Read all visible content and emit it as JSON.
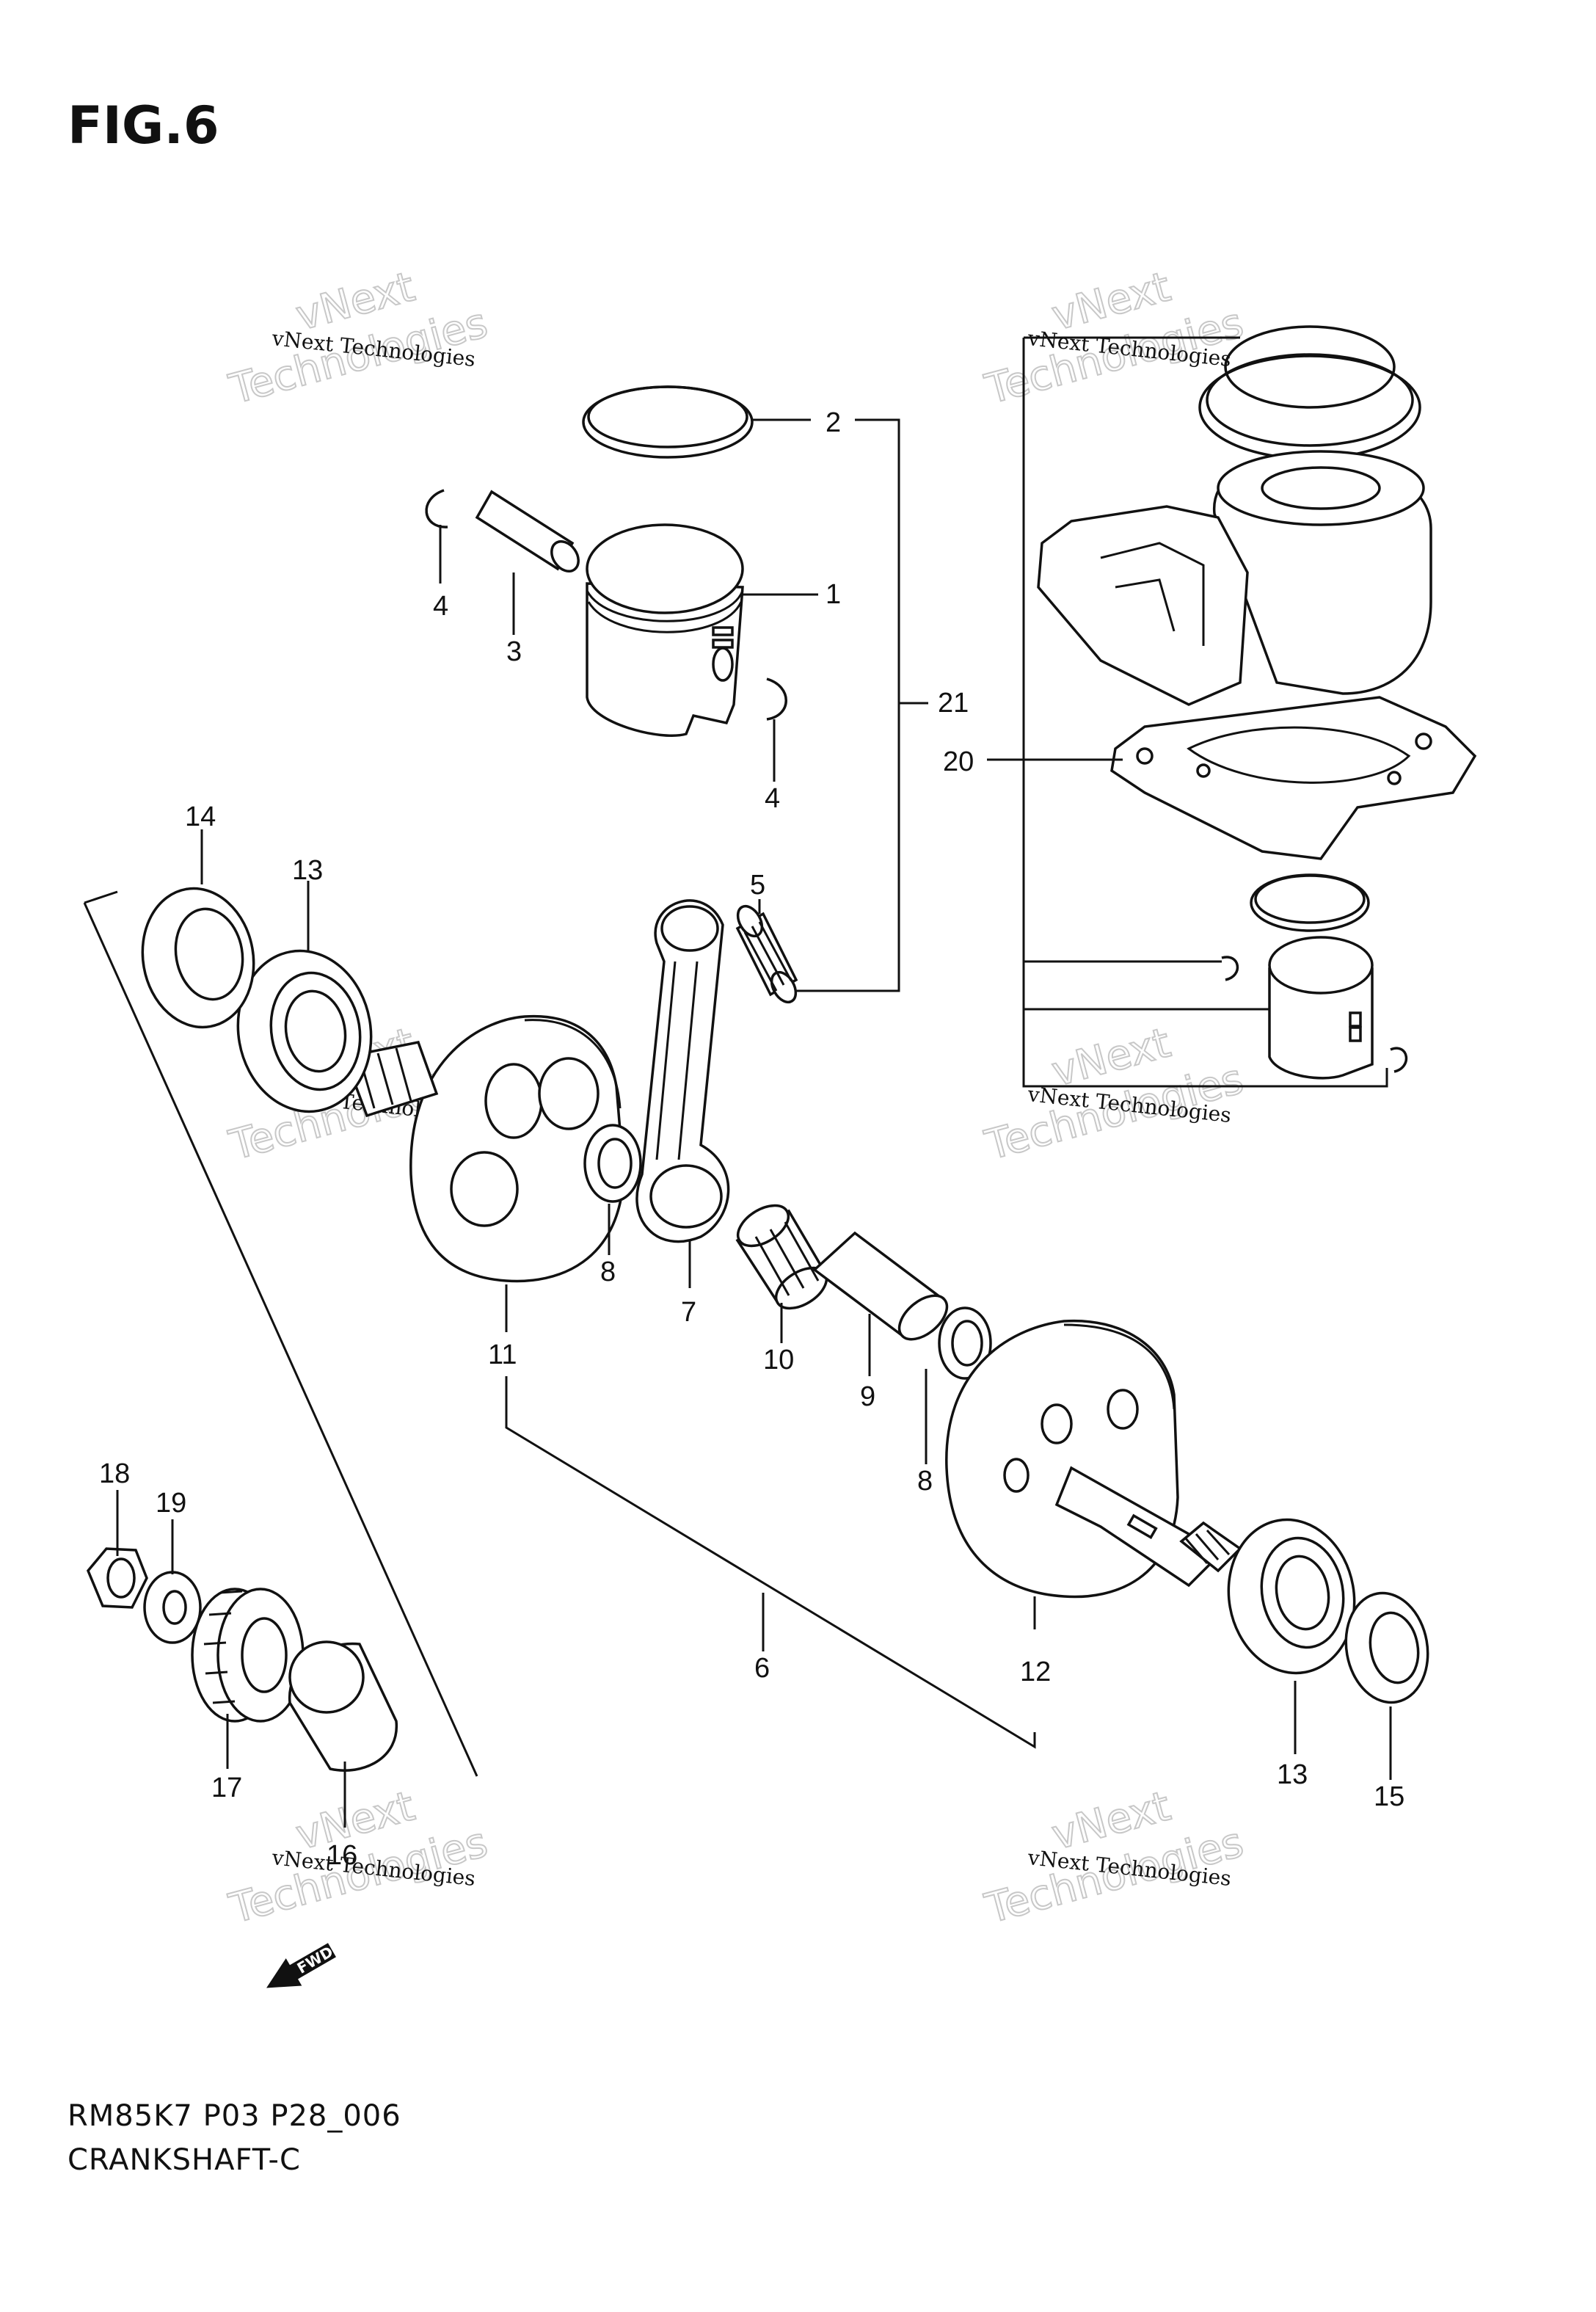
{
  "figure": {
    "title": "FIG.6",
    "footer_code": "RM85K7 P03 P28_006",
    "footer_name": "CRANKSHAFT-C"
  },
  "callouts": [
    "1",
    "2",
    "3",
    "4",
    "4",
    "5",
    "7",
    "8",
    "8",
    "9",
    "10",
    "11",
    "6",
    "12",
    "13",
    "13",
    "14",
    "15",
    "16",
    "17",
    "18",
    "19",
    "20",
    "21"
  ],
  "watermark": {
    "line1": "vNext Technologies",
    "line2": "vNext",
    "line3": "Technologies"
  },
  "fwd_label": "FWD",
  "icons": [
    "fwd-arrow-icon"
  ],
  "colors": {
    "ink": "#111111",
    "watermark": "#c8c8c8",
    "background": "#ffffff"
  }
}
